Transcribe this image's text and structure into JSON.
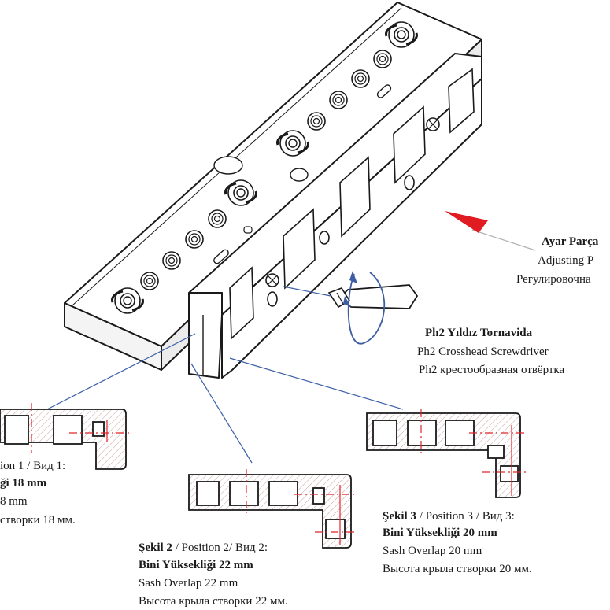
{
  "colors": {
    "line": "#1a1a1a",
    "leader": "#3b5fa8",
    "rotation": "#3d5ea3",
    "arrow": "#e01b22",
    "center": "#e0262c",
    "hatch": "#c9a0a0"
  },
  "icons": [
    "adjusting-arrow-icon",
    "rotation-arrow-icon",
    "screwdriver-icon"
  ],
  "adjusting_part": {
    "tr": "Ayar Parça",
    "en": "Adjusting P",
    "ru": "Регулировочна"
  },
  "screwdriver": {
    "tr": "Ph2 Yıldız Tornavida",
    "en": "Ph2 Crosshead Screwdriver",
    "ru": "Ph2 крестообразная отвёртка"
  },
  "position1": {
    "caption": "ion 1 / Вид 1:",
    "overlap_tr": "ği 18 mm",
    "overlap_en": "8 mm",
    "overlap_ru": "створки 18 мм."
  },
  "position2": {
    "caption_bold": "Şekil 2",
    "caption_rest": " / Position 2/ Вид 2:",
    "overlap_tr": "Bini Yüksekliği 22 mm",
    "overlap_en": "Sash Overlap 22 mm",
    "overlap_ru": "Высота крыла створки 22 мм."
  },
  "position3": {
    "caption_bold": "Şekil 3",
    "caption_rest": " / Position 3 / Вид 3:",
    "overlap_tr": "Bini Yüksekliği 20 mm",
    "overlap_en": "Sash Overlap 20 mm",
    "overlap_ru": "Высота крыла створки 20 мм."
  }
}
